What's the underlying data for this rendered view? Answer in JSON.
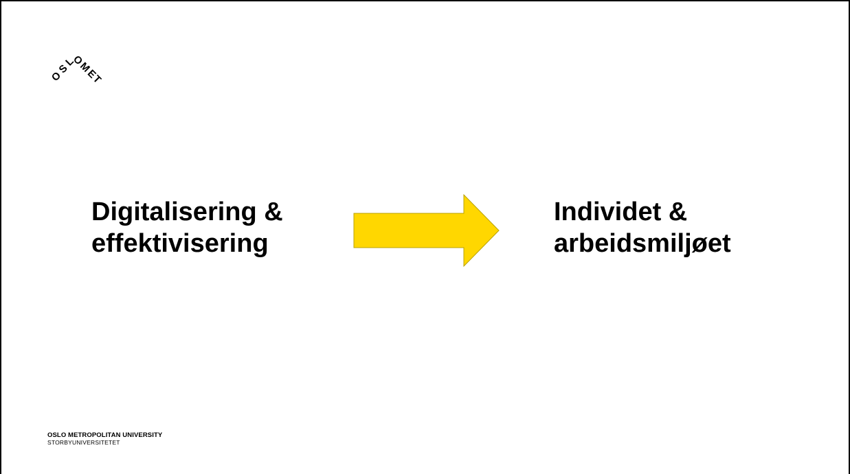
{
  "slide": {
    "logo_text": "OSLOMET",
    "left_heading": {
      "line1": "Digitalisering &",
      "line2": "effektivisering"
    },
    "right_heading": {
      "line1": "Individet &",
      "line2": "arbeidsmiljøet"
    },
    "arrow": {
      "fill_color": "#FFD700",
      "stroke_color": "#B8A000",
      "direction": "right"
    },
    "footer": {
      "title": "OSLO METROPOLITAN UNIVERSITY",
      "subtitle": "STORBYUNIVERSITETET"
    }
  }
}
